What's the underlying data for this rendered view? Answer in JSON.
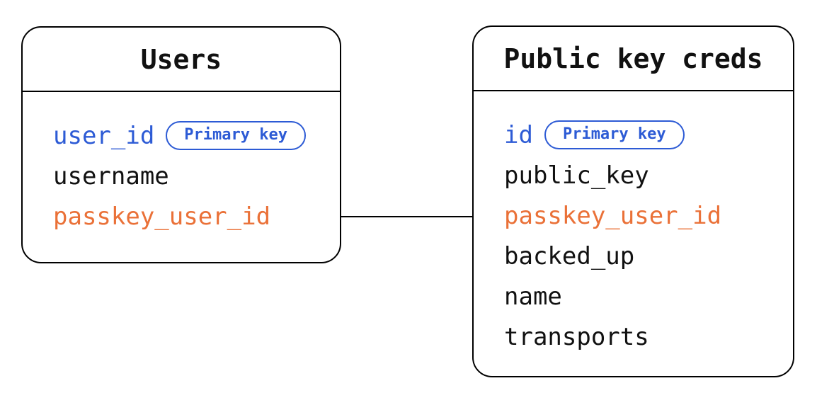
{
  "diagram": {
    "background": "#ffffff",
    "colors": {
      "box_border": "#000000",
      "title_text": "#111111",
      "field_default": "#111111",
      "primary_key_blue": "#2d5bd5",
      "foreign_key_orange": "#ea7138"
    },
    "tables": [
      {
        "id": "users",
        "title": "Users",
        "fields": [
          {
            "name": "user_id",
            "color": "blue",
            "badge": "Primary key"
          },
          {
            "name": "username",
            "color": "black"
          },
          {
            "name": "passkey_user_id",
            "color": "orange"
          }
        ]
      },
      {
        "id": "public-key-creds",
        "title": "Public key creds",
        "fields": [
          {
            "name": "id",
            "color": "blue",
            "badge": "Primary key"
          },
          {
            "name": "public_key",
            "color": "black"
          },
          {
            "name": "passkey_user_id",
            "color": "orange"
          },
          {
            "name": "backed_up",
            "color": "black"
          },
          {
            "name": "name",
            "color": "black"
          },
          {
            "name": "transports",
            "color": "black"
          }
        ]
      }
    ],
    "relationship": {
      "from": "Users.passkey_user_id",
      "to": "Public key creds.passkey_user_id",
      "style": "straight-line"
    }
  }
}
